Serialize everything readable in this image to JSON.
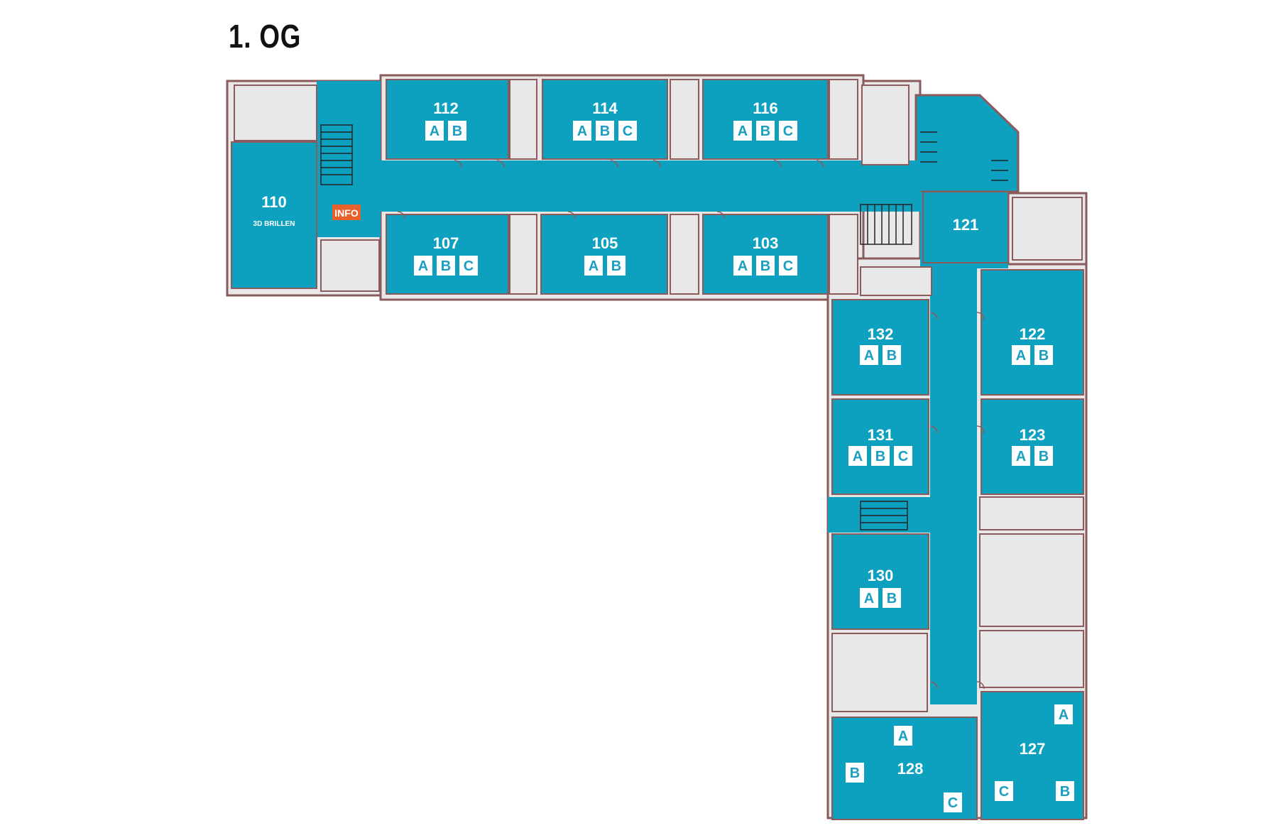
{
  "floor_title": "1. OG",
  "colors": {
    "room": "#0ea1bf",
    "corridor": "#0ea1bf",
    "service": "#e8e8e8",
    "wall": "#8b5a5a",
    "info": "#e8612c",
    "tag_bg": "#ffffff",
    "tag_text": "#1a9fc0"
  },
  "info_label": "INFO",
  "rooms": [
    {
      "number": "112",
      "sub": "",
      "tags": [
        "A",
        "B"
      ]
    },
    {
      "number": "114",
      "sub": "",
      "tags": [
        "A",
        "B",
        "C"
      ]
    },
    {
      "number": "116",
      "sub": "",
      "tags": [
        "A",
        "B",
        "C"
      ]
    },
    {
      "number": "110",
      "sub": "3D BRILLEN",
      "tags": []
    },
    {
      "number": "107",
      "sub": "",
      "tags": [
        "A",
        "B",
        "C"
      ]
    },
    {
      "number": "105",
      "sub": "",
      "tags": [
        "A",
        "B"
      ]
    },
    {
      "number": "103",
      "sub": "",
      "tags": [
        "A",
        "B",
        "C"
      ]
    },
    {
      "number": "121",
      "sub": "",
      "tags": []
    },
    {
      "number": "132",
      "sub": "",
      "tags": [
        "A",
        "B"
      ]
    },
    {
      "number": "122",
      "sub": "",
      "tags": [
        "A",
        "B"
      ]
    },
    {
      "number": "131",
      "sub": "",
      "tags": [
        "A",
        "B",
        "C"
      ]
    },
    {
      "number": "123",
      "sub": "",
      "tags": [
        "A",
        "B"
      ]
    },
    {
      "number": "130",
      "sub": "",
      "tags": [
        "A",
        "B"
      ]
    },
    {
      "number": "128",
      "sub": "",
      "tags": [
        "A",
        "B",
        "C"
      ]
    },
    {
      "number": "127",
      "sub": "",
      "tags": [
        "A",
        "B",
        "C"
      ]
    }
  ]
}
